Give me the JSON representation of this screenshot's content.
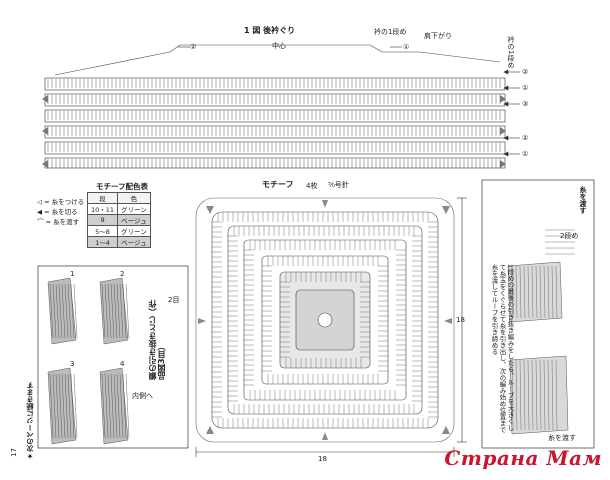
{
  "page_number": "17",
  "figure1": {
    "title": "1 図 後衿ぐり",
    "center_label": "中心",
    "collar_label": "衿の1段め",
    "shoulder_label": "肩下がり",
    "collar_first_label": "衿の1段め",
    "row_marks_right": [
      "②",
      "①",
      "③",
      "②",
      "①"
    ],
    "marks_top": [
      "②",
      "①"
    ]
  },
  "legend": {
    "items": [
      {
        "symbol": "◁",
        "text": "= 糸をつける"
      },
      {
        "symbol": "◀",
        "text": "= 糸を切る"
      },
      {
        "symbol": "⌒",
        "text": "= 糸を渡す"
      }
    ]
  },
  "motif_table": {
    "title": "モチーフ配色表",
    "headers": [
      "段",
      "色"
    ],
    "rows": [
      [
        "10・11",
        "グリーン"
      ],
      [
        "9",
        "ベージュ"
      ],
      [
        "5〜8",
        "グリーン"
      ],
      [
        "1〜4",
        "ベージュ"
      ]
    ]
  },
  "motif": {
    "title": "モチーフ",
    "count": "4枚",
    "hook": "⁵⁄₀号針",
    "dim_bottom": "18",
    "dim_right": "18"
  },
  "left_panel": {
    "heading": "鎖の引き抜きとじ（作品図3目）",
    "heading_small": "2目",
    "steps": [
      "1",
      "2",
      "3",
      "4"
    ],
    "note": "★次のページに続きます",
    "step_label": "内側へ"
  },
  "right_panel": {
    "heading": "糸を渡す",
    "body": "1段めの最後の引き抜き編みをしたら、ループを大きくして糸玉をくぐらせて糸を引き出し、次の編み始め位置まで糸を渡してループを引き締める",
    "label_a": "2段め",
    "label_b": "糸を渡す"
  },
  "watermark": "Страна Мам"
}
